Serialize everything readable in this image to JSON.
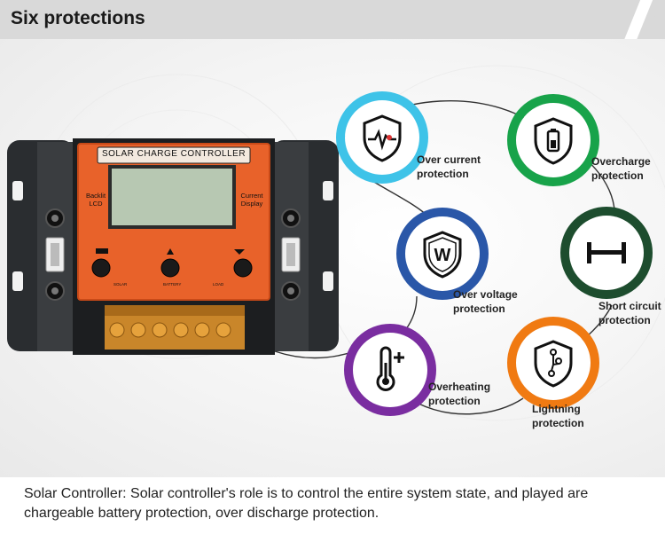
{
  "header": {
    "title": "Six protections"
  },
  "device": {
    "name": "SOLAR CHARGE CONTROLLER",
    "left_label": [
      "Backlit",
      "LCD"
    ],
    "right_label": [
      "Current",
      "Display"
    ],
    "terminals": [
      "SOLAR",
      "BATTERY",
      "LOAD"
    ]
  },
  "protections": [
    {
      "line1": "Over current",
      "line2": "protection",
      "color": "#3ec3e8",
      "icon": "shield-pulse-icon"
    },
    {
      "line1": "Overcharge",
      "line2": "protection",
      "color": "#18a34a",
      "icon": "shield-battery-icon"
    },
    {
      "line1": "Over voltage",
      "line2": "protection",
      "color": "#2a57a8",
      "icon": "shield-w-icon"
    },
    {
      "line1": "Short circuit",
      "line2": "protection",
      "color": "#1d4d2e",
      "icon": "short-circuit-icon"
    },
    {
      "line1": "Overheating",
      "line2": "protection",
      "color": "#7a2da0",
      "icon": "thermometer-plus-icon"
    },
    {
      "line1": "Lightning",
      "line2": "protection",
      "color": "#f07a12",
      "icon": "shield-lightning-icon"
    }
  ],
  "caption": "Solar Controller: Solar controller's role is to control the entire system state, and played are chargeable battery protection, over discharge protection."
}
